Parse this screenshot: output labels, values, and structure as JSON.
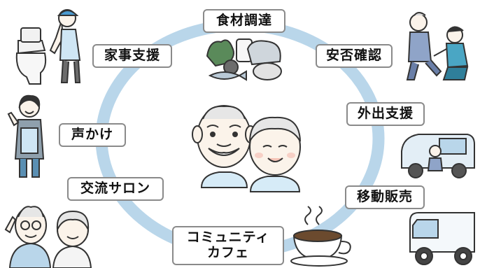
{
  "diagram": {
    "ring_color": "#b9d6ea",
    "label_border_color": "#8a8a8a",
    "labels": {
      "food_procurement": "食材調達",
      "housework_support": "家事支援",
      "safety_check": "安否確認",
      "outing_support": "外出支援",
      "greeting": "声かけ",
      "exchange_salon": "交流サロン",
      "mobile_sales": "移動販売",
      "community_cafe_line1": "コミュニティ",
      "community_cafe_line2": "カフェ"
    },
    "illustrations": [
      "elderly-couple-center",
      "cleaning-woman-toilet",
      "groceries",
      "caregiver-kneeling",
      "waving-staff-woman",
      "welfare-van",
      "waving-elderly-couple",
      "coffee-cup",
      "delivery-truck"
    ]
  }
}
